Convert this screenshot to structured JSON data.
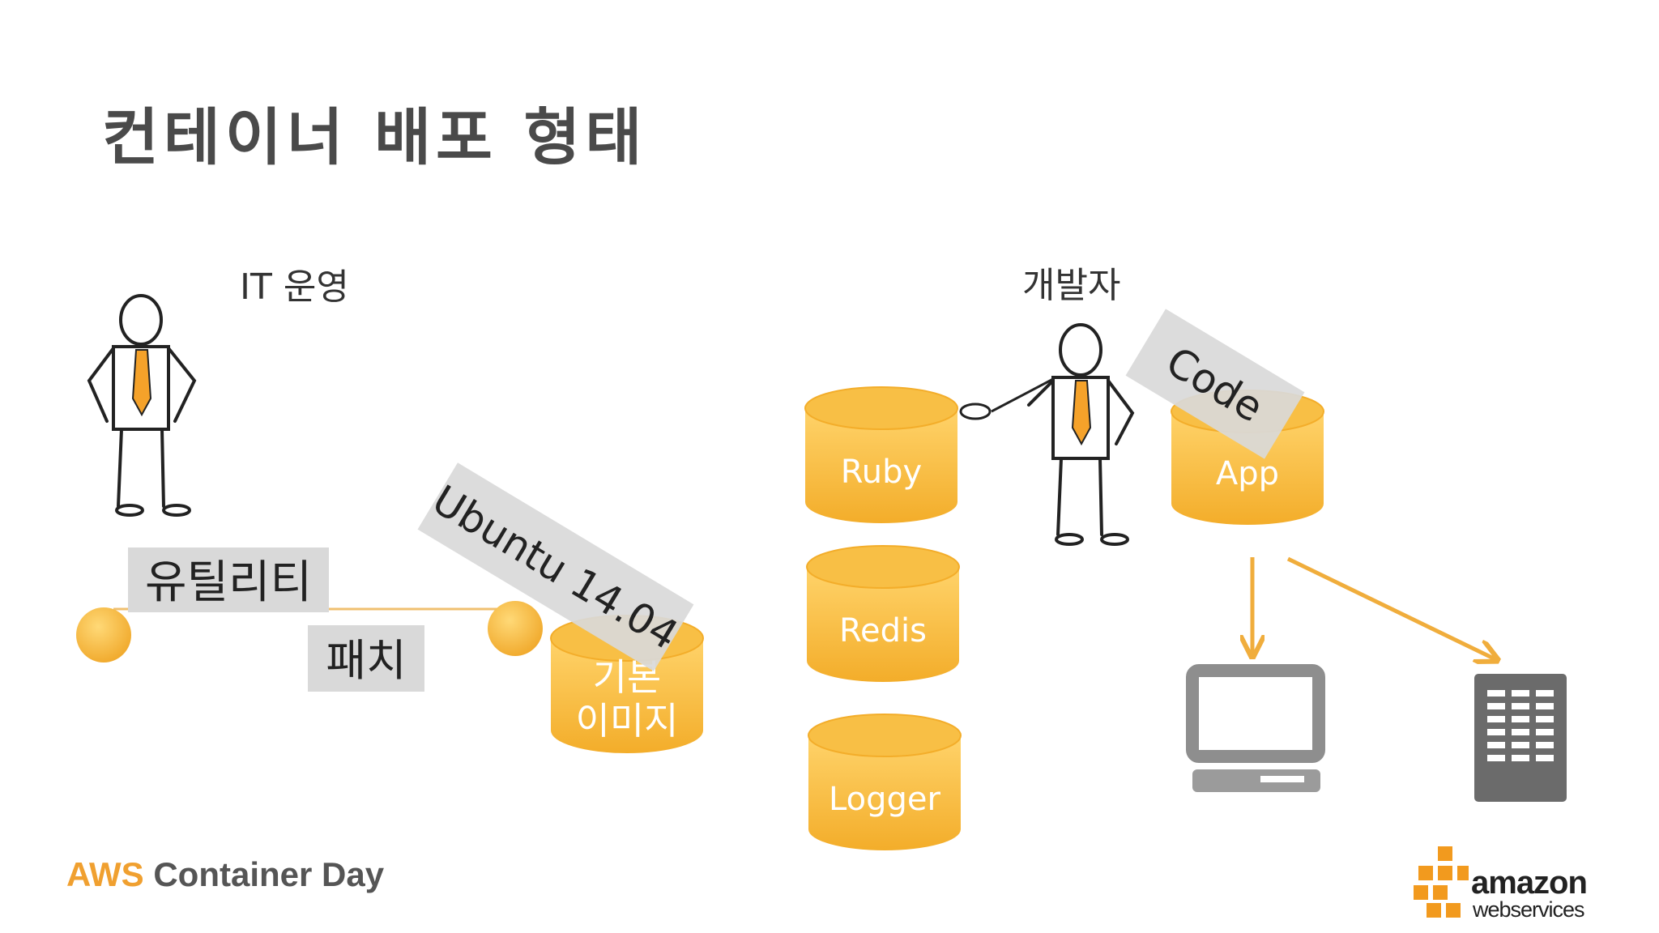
{
  "slide": {
    "title": "컨테이너 배포 형태",
    "footer_brand": "AWS",
    "footer_rest": " Container Day"
  },
  "it_ops": {
    "label": "IT 운영",
    "utility_tag": "유틸리티",
    "patch_tag": "패치",
    "os_tag": "Ubuntu 14.04",
    "base_image_line1": "기본",
    "base_image_line2": "이미지"
  },
  "developer": {
    "label": "개발자",
    "cylinders": [
      "Ruby",
      "Redis",
      "Logger"
    ],
    "code_tag": "Code",
    "app_label": "App"
  },
  "targets": {
    "laptop_icon": "laptop-icon",
    "server_icon": "server-rack-icon"
  },
  "logo": {
    "line1": "amazon",
    "line2": "webservices"
  },
  "colors": {
    "accent": "#f5b335",
    "tag_gray": "#d9d9d9",
    "arrow": "#f0ad3c",
    "device_gray": "#6b6b6b"
  }
}
